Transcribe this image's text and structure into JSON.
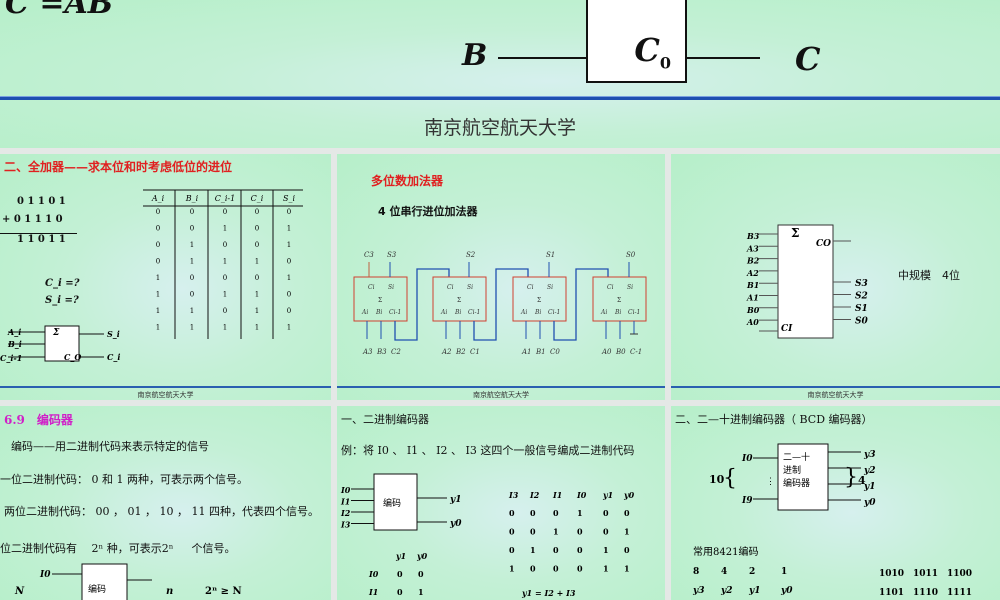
{
  "slides": [
    {
      "formula": "C =AB",
      "in_a": "A",
      "in_b": "B",
      "out_c": "C",
      "co": "C",
      "co_sub": "0",
      "footer": "南京航空航天大学"
    },
    {
      "title": "二、全加器——求本位和时考虑低位的进位",
      "addend1": "0 1 1 0 1",
      "addend2": "+ 0 1 1 1 0",
      "sum": "1 1 0 1 1",
      "ci_q": "C_i =?",
      "si_q": "S_i =?",
      "table": {
        "headers": [
          "A_i",
          "B_i",
          "C_i-1",
          "C_i",
          "S_i"
        ],
        "rows": [
          [
            "0",
            "0",
            "0",
            "0",
            "0"
          ],
          [
            "0",
            "0",
            "1",
            "0",
            "1"
          ],
          [
            "0",
            "1",
            "0",
            "0",
            "1"
          ],
          [
            "0",
            "1",
            "1",
            "1",
            "0"
          ],
          [
            "1",
            "0",
            "0",
            "0",
            "1"
          ],
          [
            "1",
            "0",
            "1",
            "1",
            "0"
          ],
          [
            "1",
            "1",
            "0",
            "1",
            "0"
          ],
          [
            "1",
            "1",
            "1",
            "1",
            "1"
          ]
        ]
      },
      "block": {
        "sigma": "Σ",
        "ai": "A_i",
        "bi": "B_i",
        "ci1": "C_i-1",
        "si": "S_i",
        "ci": "C_i",
        "co": "C_O"
      },
      "footer": "南京航空航天大学"
    },
    {
      "title": "多位数加法器",
      "subtitle": "4 位串行进位加法器",
      "adders": [
        {
          "top": [
            "C3",
            "S3"
          ],
          "bottom": [
            "A3",
            "B3",
            "C2"
          ]
        },
        {
          "top": [
            "",
            "S2"
          ],
          "bottom": [
            "A2",
            "B2",
            "C1"
          ]
        },
        {
          "top": [
            "",
            "S1"
          ],
          "bottom": [
            "A1",
            "B1",
            "C0"
          ]
        },
        {
          "top": [
            "",
            "S0"
          ],
          "bottom": [
            "A0",
            "B0",
            "C-1"
          ]
        }
      ],
      "cell": {
        "ci": "Ci",
        "si": "Si",
        "sigma": "Σ",
        "ai": "Ai",
        "bi": "Bi",
        "ci1": "Ci-1"
      },
      "footer": "南京航空航天大学"
    },
    {
      "inputs": [
        "B3",
        "A3",
        "B2",
        "A2",
        "B1",
        "A1",
        "B0",
        "A0"
      ],
      "ci": "CI",
      "co": "CO",
      "sigma": "Σ",
      "outputs": [
        "S3",
        "S2",
        "S1",
        "S0"
      ],
      "label": "中规模　4位",
      "footer": "南京航空航天大学"
    },
    {
      "title": "6.9　编码器",
      "line1": "编码——用二进制代码来表示特定的信号",
      "line2": "一位二进制代码： 0 和 1 两种，可表示两个信号。",
      "line3": "两位二进制代码： 00 ， 01 ， 10 ， 11 四种，代表四个信号。",
      "line4": "位二进制代码有　 2ⁿ 种，可表示2ⁿ 　 个信号。",
      "diag": {
        "n_in": "N",
        "i0": "I0",
        "box": "编码",
        "n_out": "n",
        "rel": "2ⁿ ≥ N"
      }
    },
    {
      "title": "一、二进制编码器",
      "example": "例：将 I0 、 I1 、 I2 、 I3 这四个一般信号编成二进制代码",
      "box": "编码",
      "inputs": [
        "I0",
        "I1",
        "I2",
        "I3"
      ],
      "outputs": [
        "y1",
        "y0"
      ],
      "small_table": {
        "headers": [
          "y1",
          "y0"
        ],
        "rows": [
          [
            "I0",
            "0",
            "0"
          ],
          [
            "I1",
            "0",
            "1"
          ]
        ]
      },
      "truth": {
        "headers": [
          "I3",
          "I2",
          "I1",
          "I0",
          "y1",
          "y0"
        ],
        "rows": [
          [
            "0",
            "0",
            "0",
            "1",
            "0",
            "0"
          ],
          [
            "0",
            "0",
            "1",
            "0",
            "0",
            "1"
          ],
          [
            "0",
            "1",
            "0",
            "0",
            "1",
            "0"
          ],
          [
            "1",
            "0",
            "0",
            "0",
            "1",
            "1"
          ]
        ]
      },
      "eq": "y1 = I2 + I3"
    },
    {
      "title": "二、二—十进制编码器（ BCD 编码器）",
      "in_count": "10",
      "i0": "I0",
      "i9": "I9",
      "dots": "⋮",
      "box": "二—十\n进制\n编码器",
      "outputs": [
        "y3",
        "y2",
        "y1",
        "y0"
      ],
      "out_count": "4",
      "common": "常用8421编码",
      "weights": [
        "8",
        "4",
        "2",
        "1"
      ],
      "wlabels": [
        "y3",
        "y2",
        "y1",
        "y0"
      ],
      "unused": [
        [
          "1010",
          "1011",
          "1100"
        ],
        [
          "1101",
          "1110",
          "1111"
        ]
      ]
    }
  ]
}
